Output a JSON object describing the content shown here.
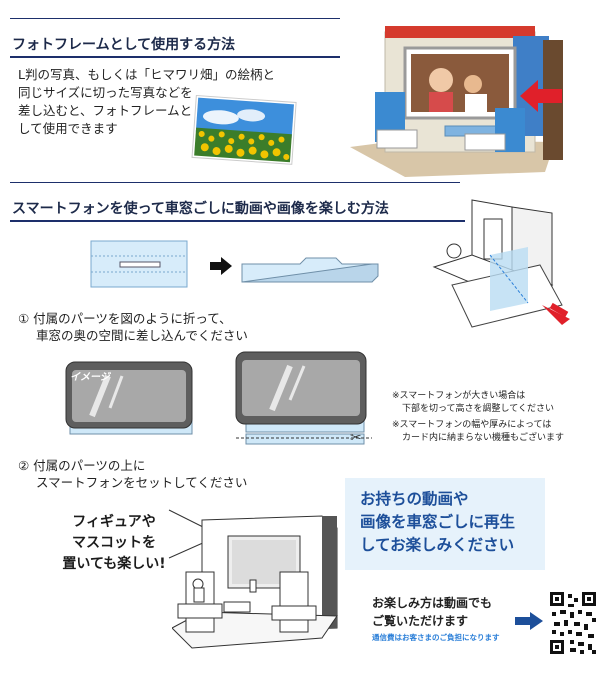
{
  "section1": {
    "title": "フォトフレームとして使用する方法",
    "body": [
      "L判の写真、もしくは「ヒマワリ畑」の絵柄と",
      "同じサイズに切った写真などを",
      "差し込むと、フォトフレームと",
      "して使用できます"
    ]
  },
  "section2": {
    "title": "スマートフォンを使って車窓ごしに動画や画像を楽しむ方法",
    "step1": [
      "① 付属のパーツを図のように折って、",
      "車窓の奥の空間に差し込んでください"
    ],
    "image_label": "イメージ",
    "notes": [
      "※スマートフォンが大きい場合は",
      "下部を切って高さを調整してください",
      "※スマートフォンの幅や厚みによっては",
      "カード内に納まらない機種もございます"
    ],
    "step2": [
      "② 付属のパーツの上に",
      "スマートフォンをセットしてください"
    ],
    "figure_note": [
      "フィギュアや",
      "マスコットを",
      "置いても楽しい!"
    ],
    "callout": [
      "お持ちの動画や",
      "画像を車窓ごしに再生",
      "してお楽しみください"
    ],
    "enjoy": [
      "お楽しみ方は動画でも",
      "ご覧いただけます"
    ],
    "comm_note": "通信費はお客さまのご負担になります"
  },
  "colors": {
    "accent_red": "#e0202a",
    "accent_blue": "#1d4f9a",
    "callout_bg": "#e6f2fb",
    "rule": "#1d2f6b"
  },
  "icons": {
    "arrow_right": "black-arrow-right-icon",
    "arrow_blue": "blue-arrow-right-icon",
    "scissors": "scissors-icon",
    "qr": "qr-code"
  }
}
